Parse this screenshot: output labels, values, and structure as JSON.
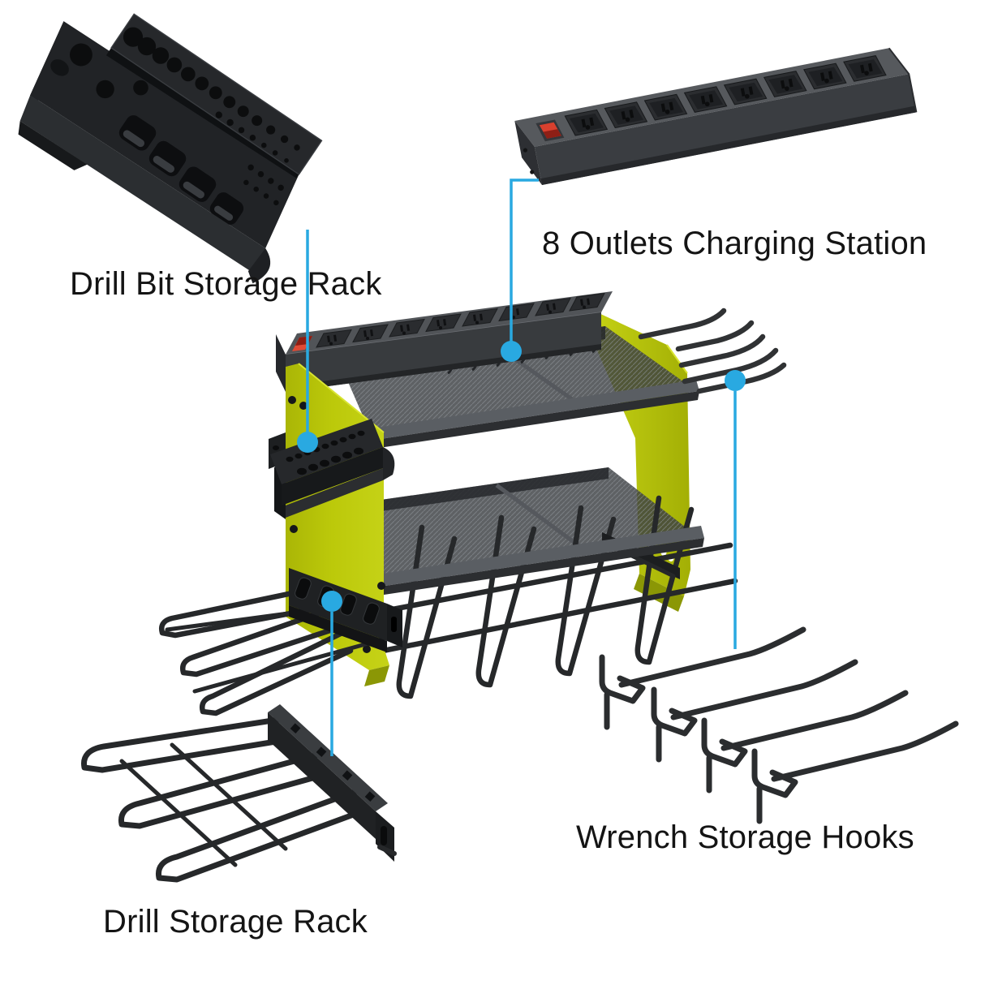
{
  "page": {
    "background": "#ffffff"
  },
  "palette": {
    "accent_blue": "#29a9e1",
    "frame_yellow": "#b9c508",
    "frame_yellow_dark": "#96a206",
    "metal_black": "#1f2123",
    "metal_gray": "#54575b",
    "switch_red": "#d8402e",
    "text": "#141414"
  },
  "product_facts": {
    "outlet_count": 8,
    "wrench_hook_count": 4,
    "drill_loop_count": 3
  },
  "callouts": [
    {
      "id": "drill-bit-storage-rack",
      "label": "Drill Bit Storage Rack"
    },
    {
      "id": "charging-station",
      "label": "8 Outlets Charging Station"
    },
    {
      "id": "wrench-storage-hooks",
      "label": "Wrench Storage Hooks"
    },
    {
      "id": "drill-storage-rack",
      "label": "Drill Storage Rack"
    }
  ]
}
